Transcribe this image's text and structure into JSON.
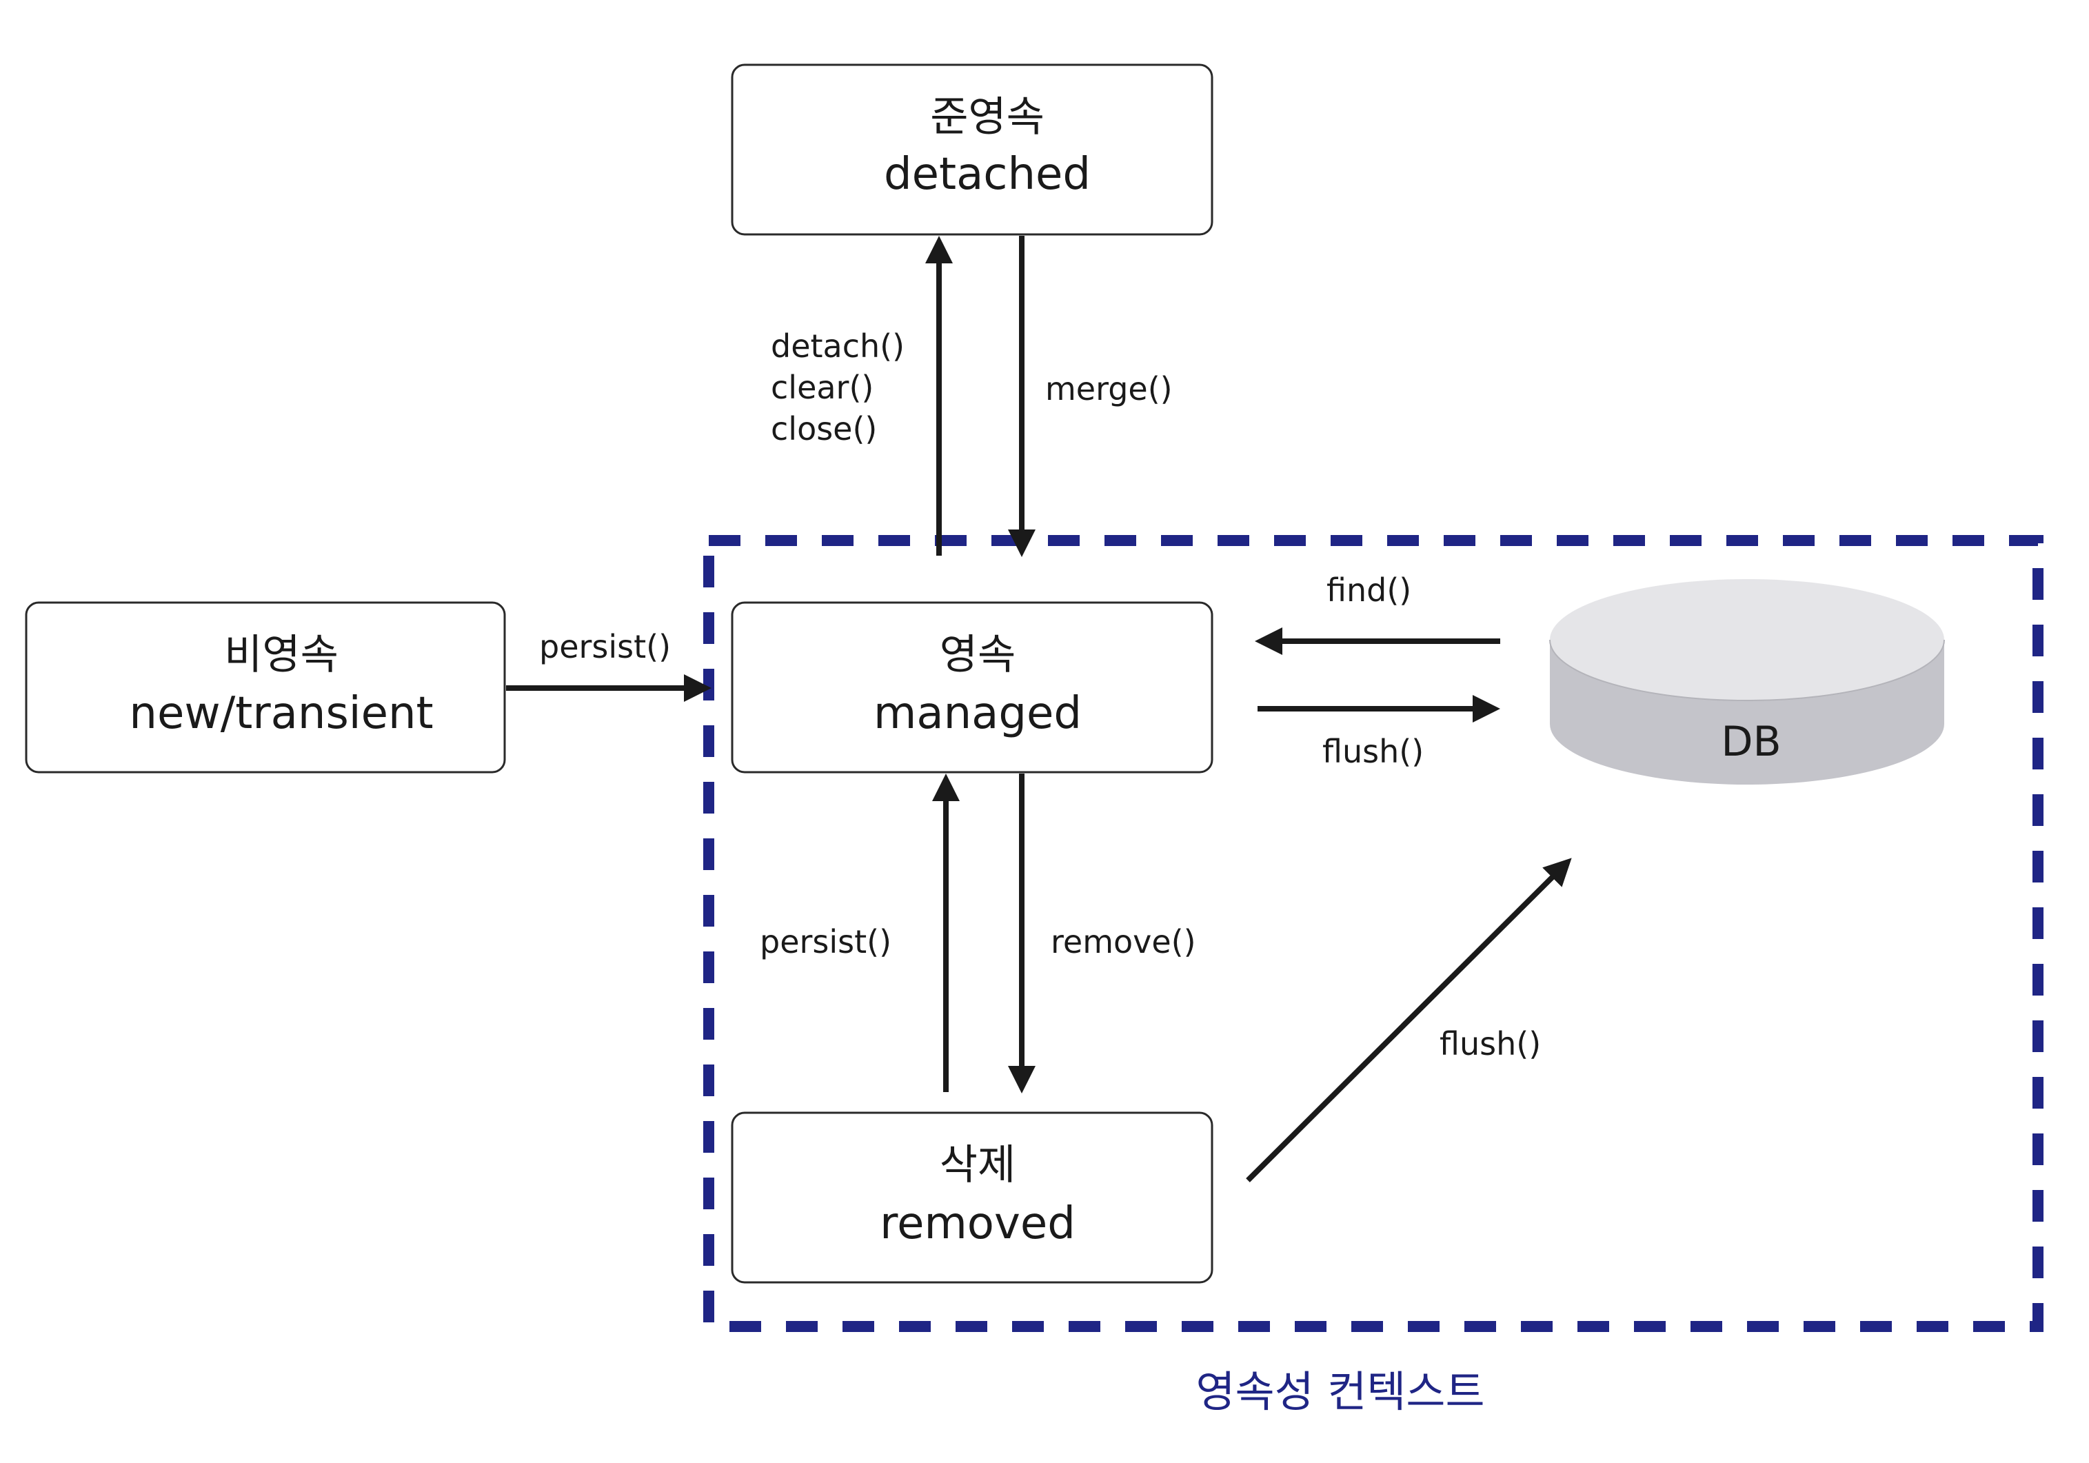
{
  "states": {
    "detached": {
      "korean": "준영속",
      "english": "detached"
    },
    "transient": {
      "korean": "비영속",
      "english": "new/transient"
    },
    "managed": {
      "korean": "영속",
      "english": "managed"
    },
    "removed": {
      "korean": "삭제",
      "english": "removed"
    }
  },
  "database": {
    "label": "DB"
  },
  "persistence_context": {
    "label": "영속성 컨텍스트"
  },
  "transitions": {
    "to_detached": [
      "detach()",
      "clear()",
      "close()"
    ],
    "merge": "merge()",
    "persist_new": "persist()",
    "find": "find()",
    "flush_managed": "flush()",
    "persist_removed": "persist()",
    "remove": "remove()",
    "flush_removed": "flush()"
  },
  "colors": {
    "context_border": "#1f2585",
    "context_label": "#1f2585",
    "db_top": "#e5e5e8",
    "db_side": "#c4c4ca",
    "arrow": "#1a1a1a",
    "box_border": "#2a2a2a"
  }
}
